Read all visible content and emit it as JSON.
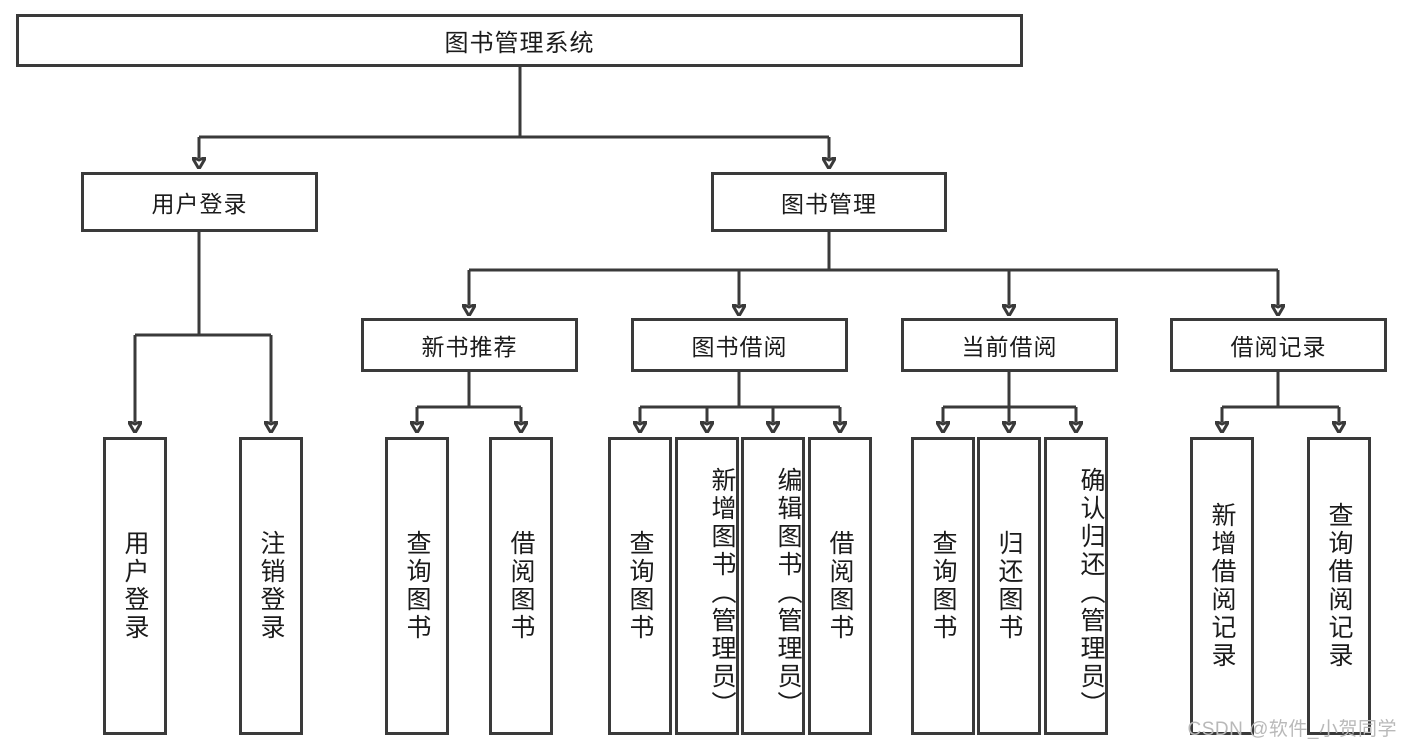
{
  "diagram": {
    "type": "tree",
    "title": "图书管理系统",
    "colors": {
      "stroke": "#3a3a3a",
      "fill": "#ffffff",
      "text": "#1b1b1b",
      "watermark": "#b9b9b9"
    },
    "root": {
      "label": "图书管理系统"
    },
    "level2": [
      {
        "id": "user-login",
        "label": "用户登录"
      },
      {
        "id": "book-manage",
        "label": "图书管理"
      }
    ],
    "level3": [
      {
        "id": "new-book-rec",
        "label": "新书推荐"
      },
      {
        "id": "book-borrow",
        "label": "图书借阅"
      },
      {
        "id": "current-borrow",
        "label": "当前借阅"
      },
      {
        "id": "borrow-record",
        "label": "借阅记录"
      }
    ],
    "leaves": {
      "user-login": [
        {
          "id": "leaf-user-login",
          "label": "用户登录"
        },
        {
          "id": "leaf-logout",
          "label": "注销登录"
        }
      ],
      "new-book-rec": [
        {
          "id": "leaf-query-book-1",
          "label": "查询图书"
        },
        {
          "id": "leaf-borrow-book-1",
          "label": "借阅图书"
        }
      ],
      "book-borrow": [
        {
          "id": "leaf-query-book-2",
          "label": "查询图书"
        },
        {
          "id": "leaf-add-book",
          "label": "新增图书（管理员）"
        },
        {
          "id": "leaf-edit-book",
          "label": "编辑图书（管理员）"
        },
        {
          "id": "leaf-borrow-book-2",
          "label": "借阅图书"
        }
      ],
      "current-borrow": [
        {
          "id": "leaf-query-book-3",
          "label": "查询图书"
        },
        {
          "id": "leaf-return-book",
          "label": "归还图书"
        },
        {
          "id": "leaf-confirm-return",
          "label": "确认归还（管理员）"
        }
      ],
      "borrow-record": [
        {
          "id": "leaf-add-record",
          "label": "新增借阅记录"
        },
        {
          "id": "leaf-query-record",
          "label": "查询借阅记录"
        }
      ]
    }
  },
  "watermark": {
    "text": "CSDN @软件_小贺同学"
  }
}
